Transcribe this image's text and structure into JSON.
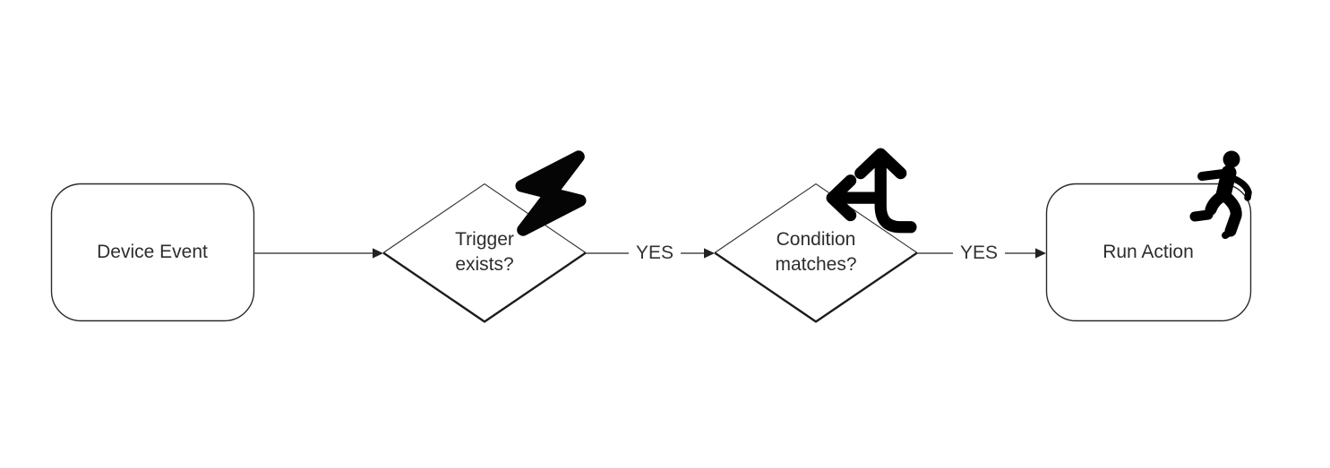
{
  "diagram": {
    "background_color": "#ffffff",
    "line_color": "#4a4a4a",
    "shape_stroke_color": "#2b2b2b",
    "text_color": "#2d2d2d",
    "icon_color": "#000000",
    "nodes": {
      "device_event": {
        "type": "rounded-rect",
        "label": "Device Event"
      },
      "trigger_exists": {
        "type": "diamond",
        "label": "Trigger exists?",
        "line1": "Trigger",
        "line2": "exists?",
        "icon": "lightning-bolt-icon"
      },
      "condition_matches": {
        "type": "diamond",
        "label": "Condition matches?",
        "line1": "Condition",
        "line2": "matches?",
        "icon": "arrows-split-up-left-icon"
      },
      "run_action": {
        "type": "rounded-rect",
        "label": "Run Action",
        "icon": "person-running-icon"
      }
    },
    "edges": {
      "device_to_trigger": {
        "label": ""
      },
      "trigger_to_condition": {
        "label": "YES"
      },
      "condition_to_action": {
        "label": "YES"
      }
    }
  }
}
